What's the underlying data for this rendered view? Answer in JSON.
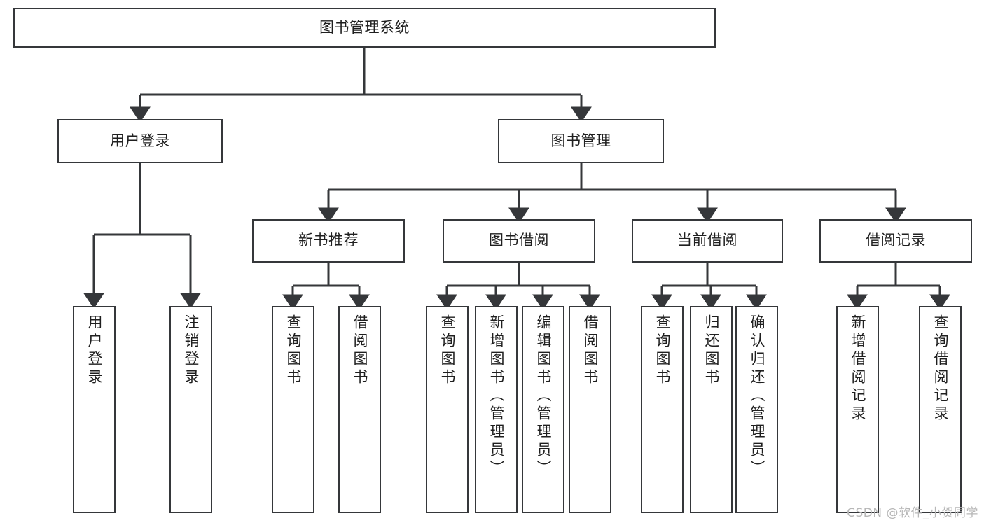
{
  "diagram": {
    "title": "图书管理系统",
    "watermark": "CSDN @软件_小贺同学",
    "type": "tree",
    "levels": 4,
    "line_color": "#35373a",
    "box_fill": "#ffffff",
    "text_color": "#1f1f1f",
    "watermark_color": "#b7b7b7"
  },
  "nodes": {
    "root": {
      "label": "图书管理系统"
    },
    "level2": [
      {
        "id": "user-login",
        "label": "用户登录"
      },
      {
        "id": "book-manage",
        "label": "图书管理"
      }
    ],
    "level3": [
      {
        "id": "new-book-recommend",
        "label": "新书推荐"
      },
      {
        "id": "book-borrow",
        "label": "图书借阅"
      },
      {
        "id": "current-borrow",
        "label": "当前借阅"
      },
      {
        "id": "borrow-record",
        "label": "借阅记录"
      }
    ],
    "leaves": {
      "user_login": [
        {
          "id": "leaf-user-login",
          "label": "用户登录"
        },
        {
          "id": "leaf-logout-login",
          "label": "注销登录"
        }
      ],
      "new_book_recommend": [
        {
          "id": "leaf-query-book-1",
          "label": "查询图书"
        },
        {
          "id": "leaf-borrow-book-1",
          "label": "借阅图书"
        }
      ],
      "book_borrow": [
        {
          "id": "leaf-query-book-2",
          "label": "查询图书"
        },
        {
          "id": "leaf-add-book",
          "label": "新增图书（管理员）"
        },
        {
          "id": "leaf-edit-book",
          "label": "编辑图书（管理员）"
        },
        {
          "id": "leaf-borrow-book-2",
          "label": "借阅图书"
        }
      ],
      "current_borrow": [
        {
          "id": "leaf-query-book-3",
          "label": "查询图书"
        },
        {
          "id": "leaf-return-book",
          "label": "归还图书"
        },
        {
          "id": "leaf-confirm-return",
          "label": "确认归还（管理员）"
        }
      ],
      "borrow_record": [
        {
          "id": "leaf-add-record",
          "label": "新增借阅记录"
        },
        {
          "id": "leaf-query-record",
          "label": "查询借阅记录"
        }
      ]
    }
  }
}
